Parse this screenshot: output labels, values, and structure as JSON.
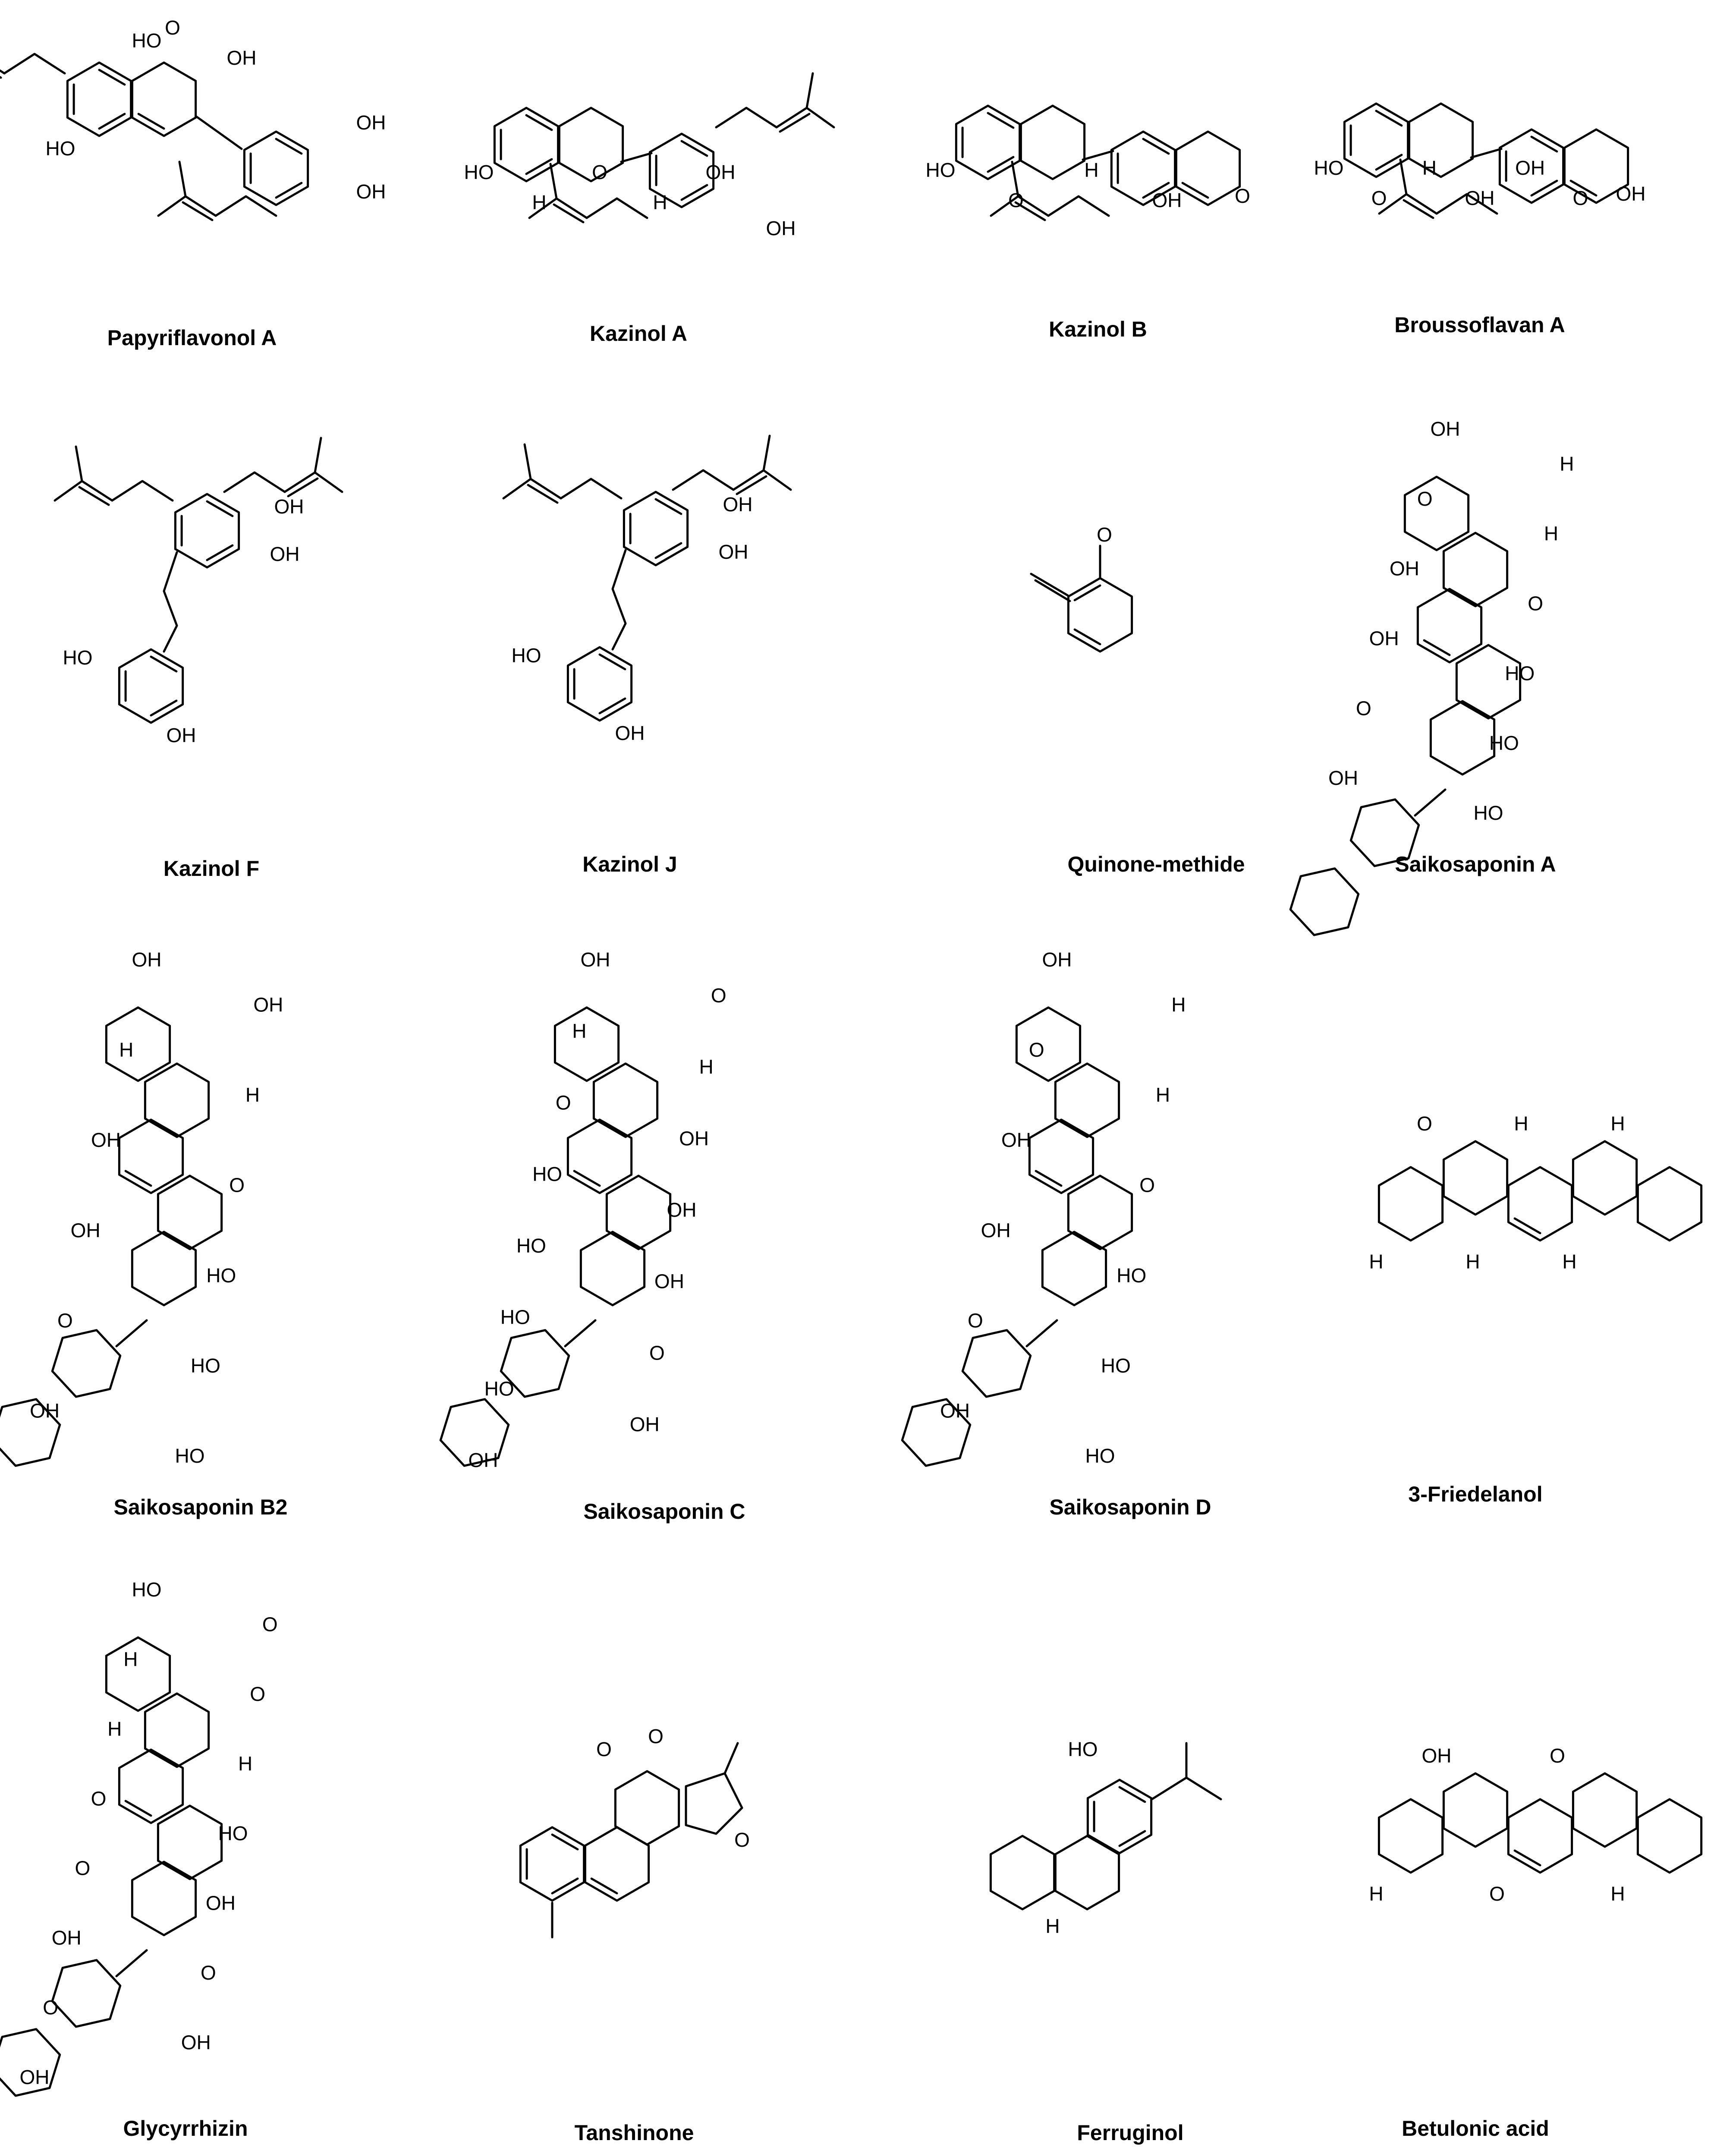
{
  "compounds": [
    {
      "id": "papyriflavonol-a",
      "name": "Papyriflavonol A",
      "atoms": [
        "HO",
        "O",
        "OH",
        "OH",
        "OH",
        "HO"
      ],
      "kind": "flavonol"
    },
    {
      "id": "kazinol-a",
      "name": "Kazinol A",
      "atoms": [
        "HO",
        "H",
        "O",
        "H",
        "OH",
        "OH"
      ],
      "kind": "flavan"
    },
    {
      "id": "kazinol-b",
      "name": "Kazinol B",
      "atoms": [
        "HO",
        "O",
        "H",
        "OH",
        "O"
      ],
      "kind": "flavan-pyran"
    },
    {
      "id": "broussoflavan-a",
      "name": "Broussoflavan A",
      "atoms": [
        "HO",
        "O",
        "H",
        "OH",
        "OH",
        "O",
        "OH"
      ],
      "kind": "flavan-pyran"
    },
    {
      "id": "kazinol-f",
      "name": "Kazinol F",
      "atoms": [
        "OH",
        "OH",
        "HO",
        "OH"
      ],
      "kind": "diarylpropane"
    },
    {
      "id": "kazinol-j",
      "name": "Kazinol J",
      "atoms": [
        "OH",
        "OH",
        "HO",
        "OH"
      ],
      "kind": "diarylpropane"
    },
    {
      "id": "quinone-methide",
      "name": "Quinone-methide",
      "atoms": [
        "O"
      ],
      "kind": "small"
    },
    {
      "id": "saikosaponin-a",
      "name": "Saikosaponin A",
      "atoms": [
        "OH",
        "H",
        "O",
        "H",
        "OH",
        "O",
        "OH",
        "HO",
        "O",
        "HO",
        "OH",
        "HO"
      ],
      "kind": "saponin"
    },
    {
      "id": "saikosaponin-b2",
      "name": "Saikosaponin B2",
      "atoms": [
        "OH",
        "OH",
        "H",
        "H",
        "OH",
        "O",
        "OH",
        "HO",
        "O",
        "HO",
        "OH",
        "HO"
      ],
      "kind": "saponin"
    },
    {
      "id": "saikosaponin-c",
      "name": "Saikosaponin C",
      "atoms": [
        "OH",
        "O",
        "H",
        "H",
        "O",
        "OH",
        "HO",
        "OH",
        "HO",
        "OH",
        "HO",
        "O",
        "HO",
        "OH",
        "OH"
      ],
      "kind": "saponin"
    },
    {
      "id": "saikosaponin-d",
      "name": "Saikosaponin D",
      "atoms": [
        "OH",
        "H",
        "O",
        "H",
        "OH",
        "O",
        "OH",
        "HO",
        "O",
        "HO",
        "OH",
        "HO"
      ],
      "kind": "saponin"
    },
    {
      "id": "3-friedelanol",
      "name": "3-Friedelanol",
      "atoms": [
        "H",
        "O",
        "H",
        "H",
        "H",
        "H"
      ],
      "kind": "triterpene"
    },
    {
      "id": "glycyrrhizin",
      "name": "Glycyrrhizin",
      "atoms": [
        "HO",
        "O",
        "H",
        "O",
        "H",
        "H",
        "O",
        "HO",
        "O",
        "OH",
        "OH",
        "O",
        "O",
        "OH",
        "OH"
      ],
      "kind": "glycyrrhizin"
    },
    {
      "id": "tanshinone",
      "name": "Tanshinone",
      "atoms": [
        "O",
        "O",
        "O"
      ],
      "kind": "tanshinone"
    },
    {
      "id": "ferruginol",
      "name": "Ferruginol",
      "atoms": [
        "HO",
        "H"
      ],
      "kind": "abietane"
    },
    {
      "id": "betulonic-acid",
      "name": "Betulonic acid",
      "atoms": [
        "H",
        "OH",
        "O",
        "O",
        "H"
      ],
      "kind": "lupane"
    }
  ]
}
